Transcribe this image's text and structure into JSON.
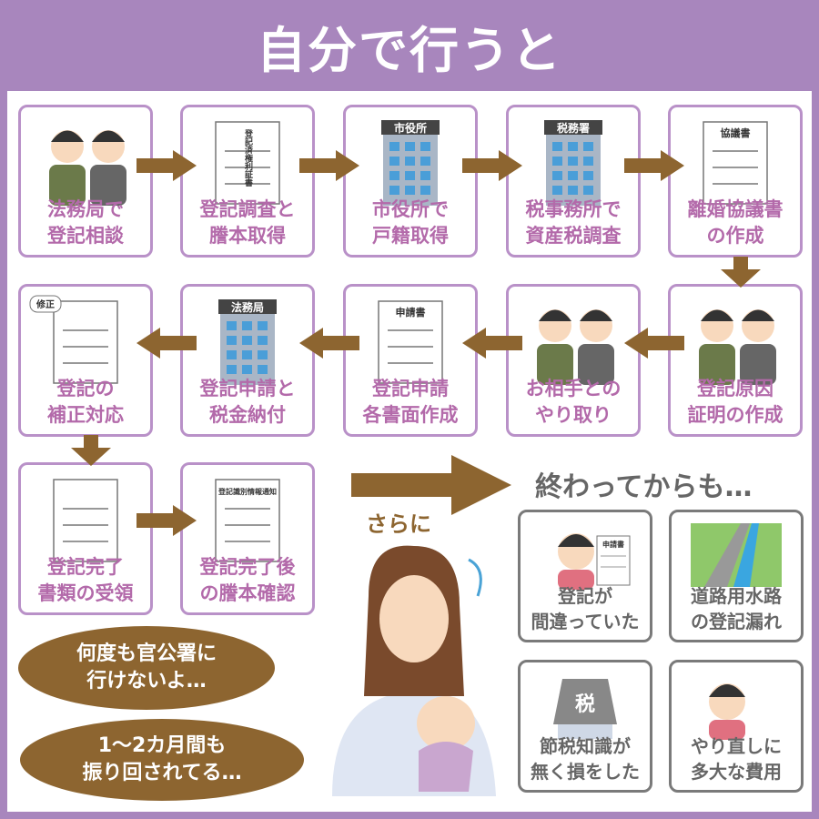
{
  "title": "自分で行うと",
  "colors": {
    "frame": "#a886bd",
    "step_text": "#b36aaa",
    "arrow": "#8d6530",
    "gray": "#666666"
  },
  "steps": [
    {
      "label": "法務局で\n登記相談",
      "icon": "consultation-icon"
    },
    {
      "label": "登記調査と\n謄本取得",
      "icon": "certificate-icon",
      "doc_text": "登記済権利証書"
    },
    {
      "label": "市役所で\n戸籍取得",
      "icon": "city-hall-icon",
      "sign": "市役所"
    },
    {
      "label": "税事務所で\n資産税調査",
      "icon": "tax-office-icon",
      "sign": "税務署"
    },
    {
      "label": "離婚協議書\nの作成",
      "icon": "agreement-document-icon",
      "doc_text": "協議書"
    },
    {
      "label": "登記原因\n証明の作成",
      "icon": "laptop-work-icon"
    },
    {
      "label": "お相手との\nやり取り",
      "icon": "exchange-icon"
    },
    {
      "label": "登記申請\n各書面作成",
      "icon": "application-form-icon",
      "doc_text": "申請書"
    },
    {
      "label": "登記申請と\n税金納付",
      "icon": "legal-affairs-bureau-icon",
      "sign": "法務局"
    },
    {
      "label": "登記の\n補正対応",
      "icon": "correction-icon",
      "tag": "修正"
    },
    {
      "label": "登記完了\n書類の受領",
      "icon": "receipt-icon"
    },
    {
      "label": "登記完了後\nの謄本確認",
      "icon": "notice-document-icon",
      "doc_text": "登記識別情報通知"
    }
  ],
  "further": "さらに",
  "after_title": "終わってからも…",
  "after_items": [
    {
      "label": "登記が\n間違っていた",
      "icon": "shocked-woman-icon",
      "doc_text": "申請書"
    },
    {
      "label": "道路用水路\nの登記漏れ",
      "icon": "waterway-road-icon"
    },
    {
      "label": "節税知識が\n無く損をした",
      "icon": "tax-weight-icon",
      "tag": "税"
    },
    {
      "label": "やり直しに\n多大な費用",
      "icon": "money-loss-icon"
    }
  ],
  "bubbles": [
    "何度も官公署に\n行けないよ…",
    "1～2カ月間も\n振り回されてる…"
  ]
}
